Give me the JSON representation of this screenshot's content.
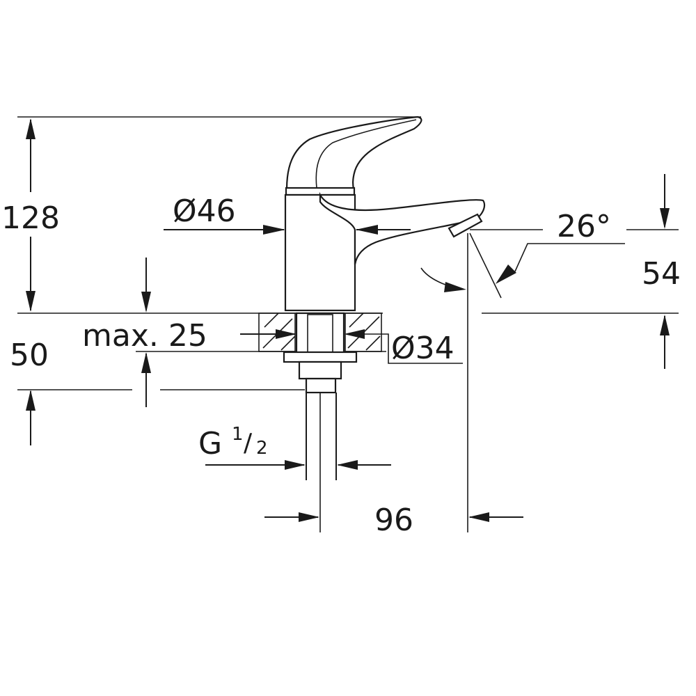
{
  "dimensions": {
    "height_total": "128",
    "body_diameter": "Ø46",
    "spout_angle": "26°",
    "spout_height": "54",
    "max_thickness": "max. 25",
    "below_deck": "50",
    "hole_diameter": "Ø34",
    "thread_main": "G",
    "thread_num": "1",
    "thread_slash": "/",
    "thread_den": "2",
    "projection": "96"
  },
  "colors": {
    "line": "#1a1a1a",
    "background": "#ffffff"
  }
}
